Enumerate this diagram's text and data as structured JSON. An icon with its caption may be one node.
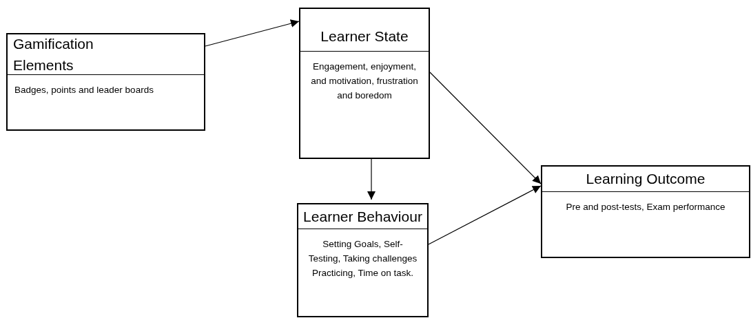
{
  "diagram": {
    "nodes": [
      {
        "text": [
          "Gamification Elements",
          "Badges, points and leader boards"
        ]
      },
      {
        "text": [
          "Learner State",
          "Engagement, enjoyment, and motivation, frustration and boredom"
        ]
      },
      {
        "text": [
          "Learner Behaviour",
          "Setting Goals, Self-Testing, Taking challenges Practicing, Time on task."
        ]
      },
      {
        "text": [
          "Learning Outcome",
          "Pre and post-tests, Exam performance"
        ]
      }
    ],
    "edges": [
      {
        "from": 0,
        "to": 1,
        "arrow": "to"
      },
      {
        "from": 1,
        "to": 3,
        "arrow": "to"
      },
      {
        "from": 1,
        "to": 2,
        "arrow": "to"
      },
      {
        "from": 2,
        "to": 3,
        "arrow": "to"
      }
    ]
  }
}
